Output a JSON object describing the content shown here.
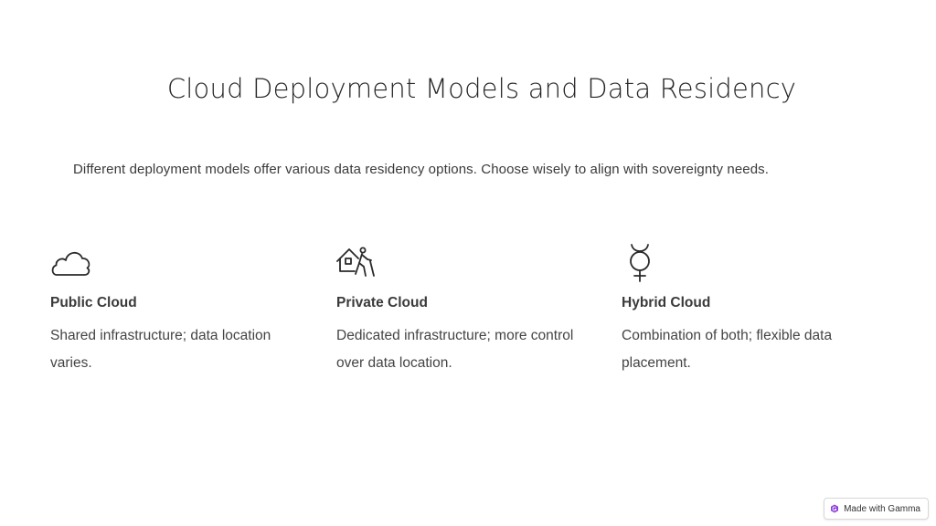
{
  "slide": {
    "title": "Cloud Deployment Models and Data Residency",
    "intro": "Different deployment models offer various data residency options. Choose wisely to align with sovereignty needs."
  },
  "cards": [
    {
      "icon": "cloud-icon",
      "heading": "Public Cloud",
      "description": "Shared infrastructure; data location varies."
    },
    {
      "icon": "house-person-icon",
      "heading": "Private Cloud",
      "description": "Dedicated infrastructure; more control over data location."
    },
    {
      "icon": "mercury-symbol-icon",
      "heading": "Hybrid Cloud",
      "description": "Combination of both; flexible data placement."
    }
  ],
  "badge": {
    "label": "Made with Gamma",
    "icon": "gamma-logo-icon",
    "accent": "#8b3dd9"
  },
  "colors": {
    "text": "#2f2f2f",
    "background": "#ffffff"
  }
}
